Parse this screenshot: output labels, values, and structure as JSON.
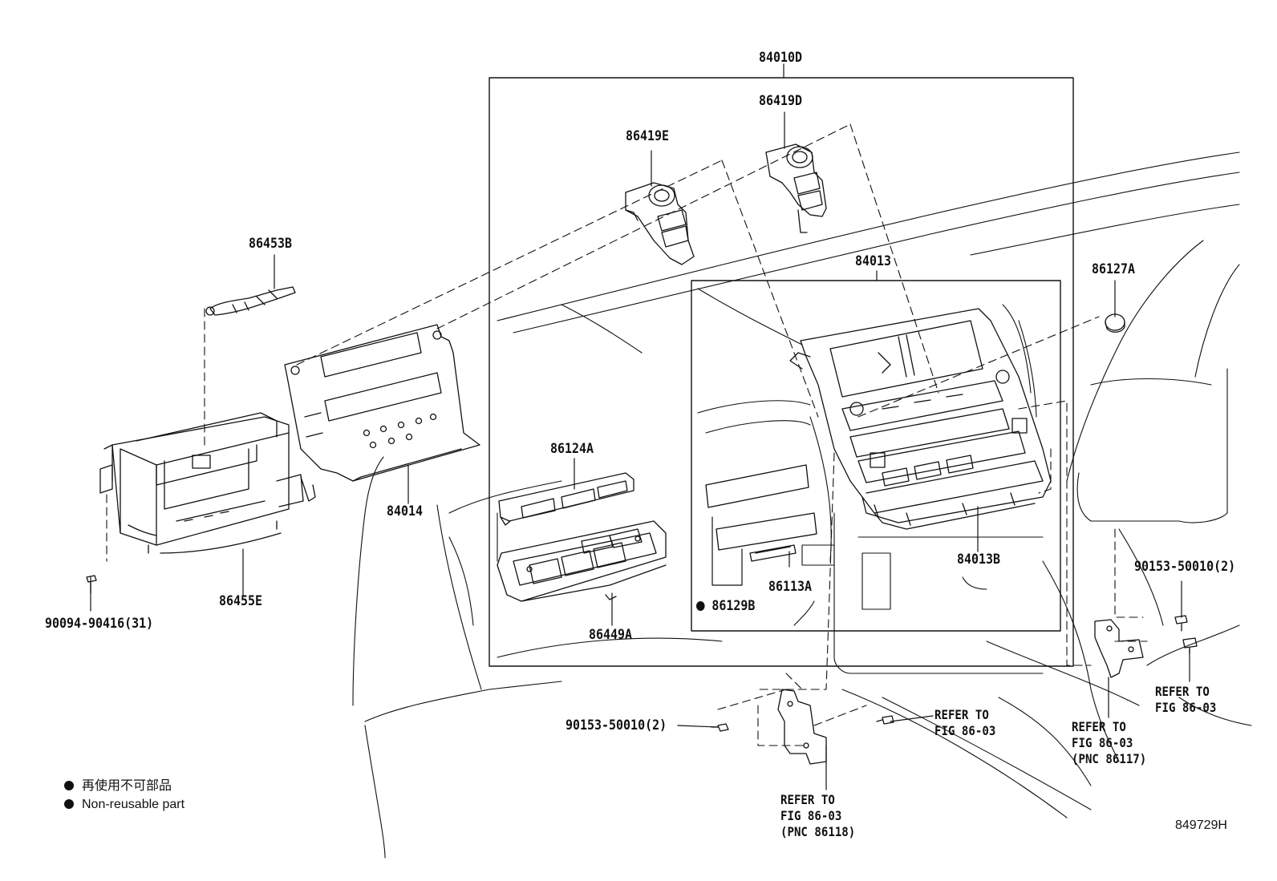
{
  "labels": {
    "p84010D": "84010D",
    "p86419D": "86419D",
    "p86419E": "86419E",
    "p86453B": "86453B",
    "p84013": "84013",
    "p86127A": "86127A",
    "p86124A": "86124A",
    "p84014": "84014",
    "p86455E": "86455E",
    "p90094": "90094-90416(31)",
    "p84013B": "84013B",
    "p86113A": "86113A",
    "p86129B": "86129B",
    "p86449A": "86449A",
    "p90153_right": "90153-50010(2)",
    "p90153_bottom": "90153-50010(2)"
  },
  "refs": {
    "ref_right_line1": "REFER TO",
    "ref_right_line2": "FIG 86-03",
    "ref_mid_line1": "REFER TO",
    "ref_mid_line2": "FIG 86-03",
    "ref_pnc86117_line1": "REFER TO",
    "ref_pnc86117_line2": "FIG 86-03",
    "ref_pnc86117_line3": "(PNC 86117)",
    "ref_pnc86118_line1": "REFER TO",
    "ref_pnc86118_line2": "FIG 86-03",
    "ref_pnc86118_line3": "(PNC 86118)"
  },
  "legend": {
    "jp": "再使用不可部品",
    "en": "Non-reusable part"
  },
  "diagram_code": "849729H"
}
